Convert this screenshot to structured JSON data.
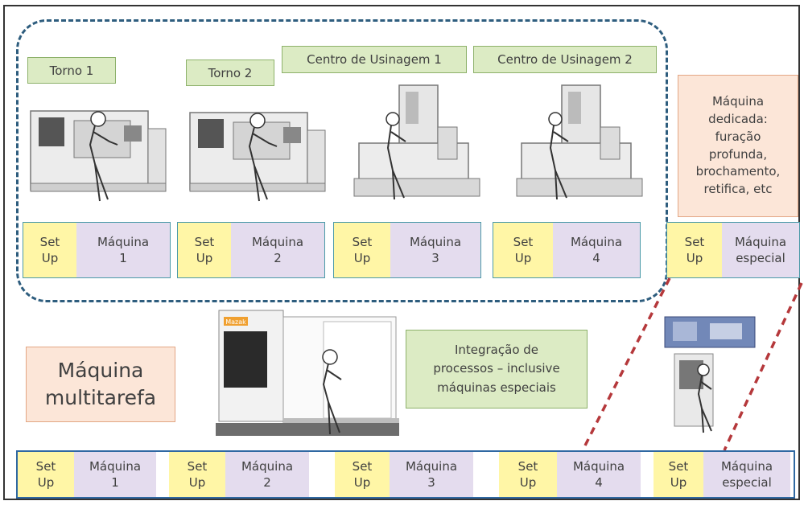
{
  "top_labels": {
    "torno1": "Torno 1",
    "torno2": "Torno 2",
    "centro1": "Centro de Usinagem 1",
    "centro2": "Centro de Usinagem 2"
  },
  "dedicated_machine": "Máquina\ndedicada:\nfuração\nprofunda,\nbrochamento,\nretifica, etc",
  "top_pairs": [
    {
      "setup": "Set\nUp",
      "machine": "Máquina\n1"
    },
    {
      "setup": "Set\nUp",
      "machine": "Máquina\n2"
    },
    {
      "setup": "Set\nUp",
      "machine": "Máquina\n3"
    },
    {
      "setup": "Set\nUp",
      "machine": "Máquina\n4"
    },
    {
      "setup": "Set\nUp",
      "machine": "Máquina\nespecial"
    }
  ],
  "multitask_label": "Máquina\nmultitarefa",
  "integration_label": "Integração de\nprocessos – inclusive\nmáquinas especiais",
  "brand_badge": "Mazak",
  "bottom_pairs": [
    {
      "setup": "Set\nUp",
      "machine": "Máquina\n1"
    },
    {
      "setup": "Set\nUp",
      "machine": "Máquina\n2"
    },
    {
      "setup": "Set\nUp",
      "machine": "Máquina\n3"
    },
    {
      "setup": "Set\nUp",
      "machine": "Máquina\n4"
    },
    {
      "setup": "Set\nUp",
      "machine": "Máquina\nespecial"
    }
  ],
  "colors": {
    "green_label": "#dcebc4",
    "orange_label": "#fce6d8",
    "setup_yellow": "#fff6a6",
    "machine_lilac": "#e4dcee",
    "dashed_region": "#2e5d7e",
    "red_dashed": "#b5383b"
  }
}
